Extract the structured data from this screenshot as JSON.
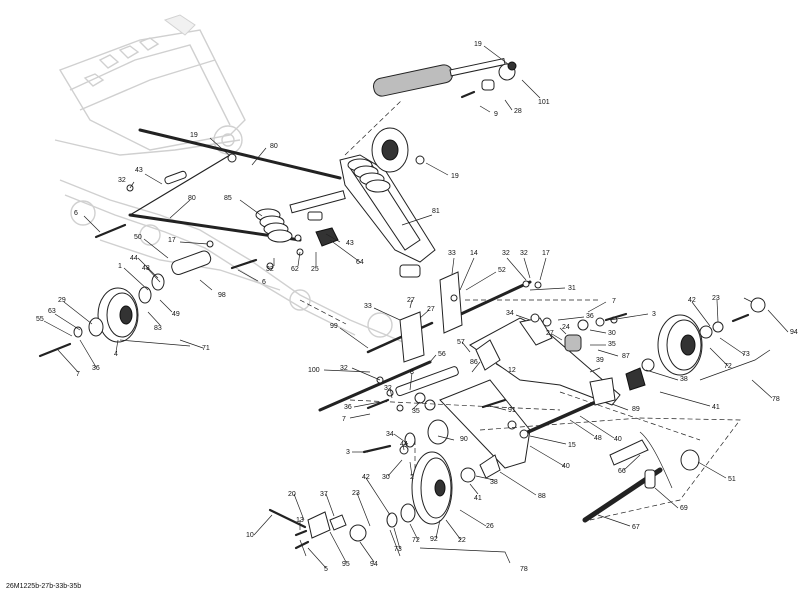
{
  "diagram": {
    "reference_code": "26M1225b-27b-33b-35b",
    "callouts": [
      {
        "id": "c19a",
        "label": "19"
      },
      {
        "id": "c101",
        "label": "101"
      },
      {
        "id": "c28",
        "label": "28"
      },
      {
        "id": "c9",
        "label": "9"
      },
      {
        "id": "c19b",
        "label": "19"
      },
      {
        "id": "c80a",
        "label": "80"
      },
      {
        "id": "c19c",
        "label": "19"
      },
      {
        "id": "c43a",
        "label": "43"
      },
      {
        "id": "c32a",
        "label": "32"
      },
      {
        "id": "c80b",
        "label": "80"
      },
      {
        "id": "c85",
        "label": "85"
      },
      {
        "id": "c81",
        "label": "81"
      },
      {
        "id": "c6a",
        "label": "6"
      },
      {
        "id": "c50",
        "label": "50"
      },
      {
        "id": "c17a",
        "label": "17"
      },
      {
        "id": "c43b",
        "label": "43"
      },
      {
        "id": "c32b",
        "label": "32"
      },
      {
        "id": "c62",
        "label": "62"
      },
      {
        "id": "c25",
        "label": "25"
      },
      {
        "id": "c64",
        "label": "64"
      },
      {
        "id": "c33a",
        "label": "33"
      },
      {
        "id": "c14",
        "label": "14"
      },
      {
        "id": "c32c",
        "label": "32"
      },
      {
        "id": "c32d",
        "label": "32"
      },
      {
        "id": "c17b",
        "label": "17"
      },
      {
        "id": "c1",
        "label": "1"
      },
      {
        "id": "c44a",
        "label": "44"
      },
      {
        "id": "c48",
        "label": "48"
      },
      {
        "id": "c6b",
        "label": "6"
      },
      {
        "id": "c98",
        "label": "98"
      },
      {
        "id": "c52",
        "label": "52"
      },
      {
        "id": "c31",
        "label": "31"
      },
      {
        "id": "c27a",
        "label": "27"
      },
      {
        "id": "c29",
        "label": "29"
      },
      {
        "id": "c63",
        "label": "63"
      },
      {
        "id": "c55",
        "label": "55"
      },
      {
        "id": "c49",
        "label": "49"
      },
      {
        "id": "c83",
        "label": "83"
      },
      {
        "id": "c4",
        "label": "4"
      },
      {
        "id": "c36a",
        "label": "36"
      },
      {
        "id": "c7a",
        "label": "7"
      },
      {
        "id": "c71",
        "label": "71"
      },
      {
        "id": "c33b",
        "label": "33"
      },
      {
        "id": "c27b",
        "label": "27"
      },
      {
        "id": "c99",
        "label": "99"
      },
      {
        "id": "c7b",
        "label": "7"
      },
      {
        "id": "c34a",
        "label": "34"
      },
      {
        "id": "c36b",
        "label": "36"
      },
      {
        "id": "c24",
        "label": "24"
      },
      {
        "id": "c30a",
        "label": "30"
      },
      {
        "id": "c27c",
        "label": "27"
      },
      {
        "id": "c35a",
        "label": "35"
      },
      {
        "id": "c87",
        "label": "87"
      },
      {
        "id": "c3a",
        "label": "3"
      },
      {
        "id": "c42a",
        "label": "42"
      },
      {
        "id": "c23a",
        "label": "23"
      },
      {
        "id": "c94a",
        "label": "94"
      },
      {
        "id": "c72a",
        "label": "72"
      },
      {
        "id": "c73a",
        "label": "73"
      },
      {
        "id": "c78a",
        "label": "78"
      },
      {
        "id": "c57",
        "label": "57"
      },
      {
        "id": "c56",
        "label": "56"
      },
      {
        "id": "c100",
        "label": "100"
      },
      {
        "id": "c32e",
        "label": "32"
      },
      {
        "id": "c8",
        "label": "8"
      },
      {
        "id": "c86",
        "label": "86"
      },
      {
        "id": "c12",
        "label": "12"
      },
      {
        "id": "c39",
        "label": "39"
      },
      {
        "id": "c38a",
        "label": "38"
      },
      {
        "id": "c41a",
        "label": "41"
      },
      {
        "id": "c89",
        "label": "89"
      },
      {
        "id": "c32f",
        "label": "32"
      },
      {
        "id": "c36c",
        "label": "36"
      },
      {
        "id": "c35b",
        "label": "35"
      },
      {
        "id": "c7c",
        "label": "7"
      },
      {
        "id": "c91",
        "label": "91"
      },
      {
        "id": "c34b",
        "label": "34"
      },
      {
        "id": "c90",
        "label": "90"
      },
      {
        "id": "c15",
        "label": "15"
      },
      {
        "id": "c48b",
        "label": "48"
      },
      {
        "id": "c40a",
        "label": "40"
      },
      {
        "id": "c3b",
        "label": "3"
      },
      {
        "id": "c44b",
        "label": "44"
      },
      {
        "id": "c30b",
        "label": "30"
      },
      {
        "id": "c2",
        "label": "2"
      },
      {
        "id": "c40b",
        "label": "40"
      },
      {
        "id": "c66",
        "label": "66"
      },
      {
        "id": "c51",
        "label": "51"
      },
      {
        "id": "c38b",
        "label": "38"
      },
      {
        "id": "c41b",
        "label": "41"
      },
      {
        "id": "c88",
        "label": "88"
      },
      {
        "id": "c42b",
        "label": "42"
      },
      {
        "id": "c23b",
        "label": "23"
      },
      {
        "id": "c20",
        "label": "20"
      },
      {
        "id": "c37",
        "label": "37"
      },
      {
        "id": "c10",
        "label": "10"
      },
      {
        "id": "c13",
        "label": "13"
      },
      {
        "id": "c26",
        "label": "26"
      },
      {
        "id": "c69",
        "label": "69"
      },
      {
        "id": "c92",
        "label": "92"
      },
      {
        "id": "c22",
        "label": "22"
      },
      {
        "id": "c72b",
        "label": "72"
      },
      {
        "id": "c73b",
        "label": "73"
      },
      {
        "id": "c67",
        "label": "67"
      },
      {
        "id": "c94b",
        "label": "94"
      },
      {
        "id": "c95",
        "label": "95"
      },
      {
        "id": "c5",
        "label": "5"
      },
      {
        "id": "c78b",
        "label": "78"
      }
    ]
  }
}
